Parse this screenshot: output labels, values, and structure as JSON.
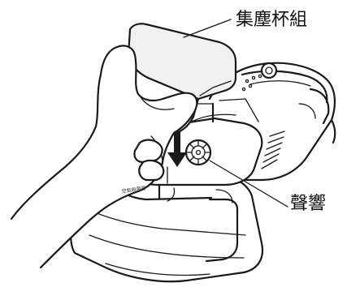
{
  "callouts": {
    "dust_cup": "集塵杯組",
    "sound": "聲響"
  },
  "device_label": "空氣殺菌器"
}
